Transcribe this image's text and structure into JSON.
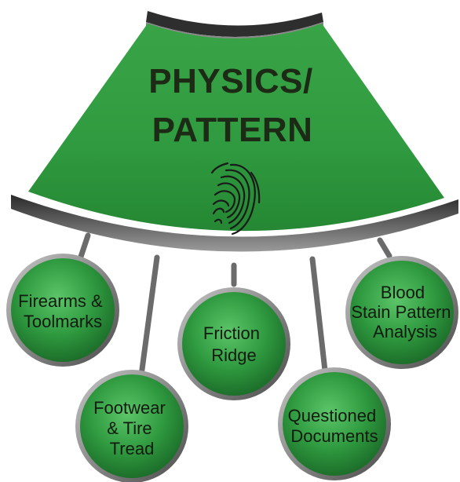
{
  "title": {
    "line1": "PHYSICS/",
    "line2": "PATTERN"
  },
  "header_icon": "fingerprint-icon",
  "colors": {
    "green_dark": "#1f6b2a",
    "green_mid": "#2f9a3f",
    "green_light": "#5cc56a",
    "band_dark": "#1e1e1e",
    "band_light": "#9a9a9a",
    "connector": "#6b6b6b",
    "text": "#1c2a16"
  },
  "nodes": [
    {
      "id": "firearms",
      "lines": [
        "Firearms &",
        "Toolmarks"
      ]
    },
    {
      "id": "footwear",
      "lines": [
        "Footwear",
        "& Tire",
        "Tread"
      ]
    },
    {
      "id": "friction",
      "lines": [
        "Friction",
        "Ridge"
      ]
    },
    {
      "id": "questioned",
      "lines": [
        "Questioned",
        "Documents"
      ]
    },
    {
      "id": "blood",
      "lines": [
        "Blood",
        "Stain Pattern",
        "Analysis"
      ]
    }
  ]
}
